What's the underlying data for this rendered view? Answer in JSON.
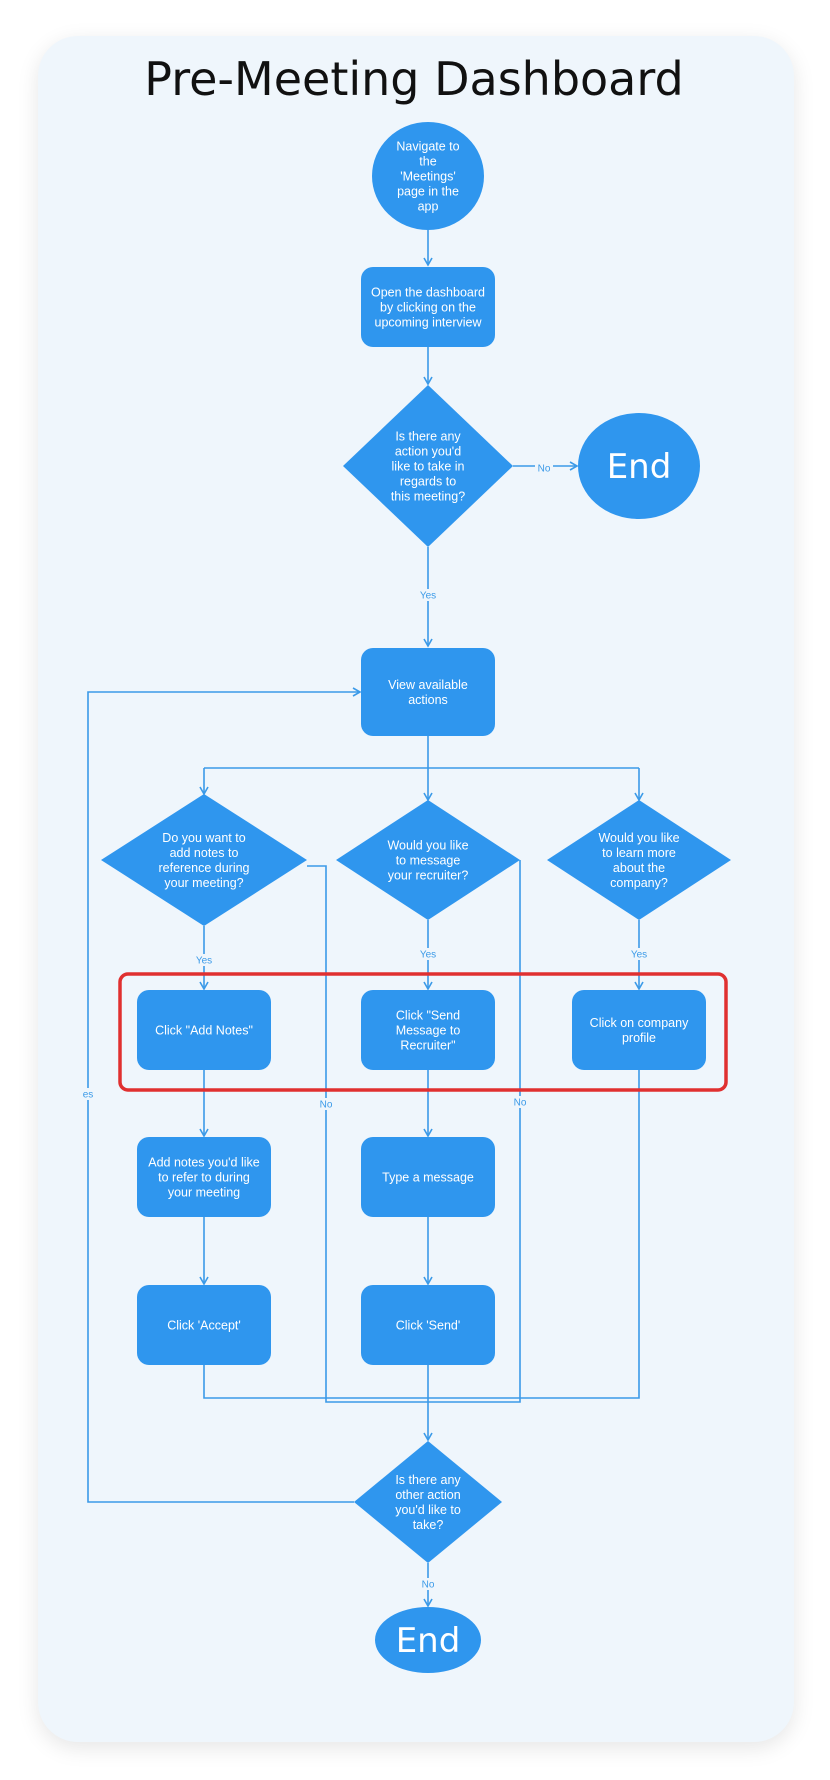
{
  "title": "Pre-Meeting Dashboard",
  "colors": {
    "node": "#2f96ee",
    "edge": "#3b9ae8",
    "highlight": "#e03030",
    "background": "#eff6fc"
  },
  "nodes": [
    {
      "id": "navigate",
      "shape": "ellipse",
      "lines": [
        "Navigate to",
        "the",
        "'Meetings'",
        "page in the",
        "app"
      ]
    },
    {
      "id": "open",
      "shape": "rect",
      "lines": [
        "Open the dashboard",
        "by clicking on the",
        "upcoming interview"
      ]
    },
    {
      "id": "q1",
      "shape": "diamond",
      "lines": [
        "Is there any",
        "action you'd",
        "like to take in",
        "regards to",
        "this meeting?"
      ]
    },
    {
      "id": "end1",
      "shape": "ellipse",
      "lines": [
        "End"
      ],
      "big": true
    },
    {
      "id": "view",
      "shape": "rect",
      "lines": [
        "View available",
        "actions"
      ]
    },
    {
      "id": "qnotes",
      "shape": "diamond",
      "lines": [
        "Do you want to",
        "add notes to",
        "reference during",
        "your meeting?"
      ]
    },
    {
      "id": "qmsg",
      "shape": "diamond",
      "lines": [
        "Would you like",
        "to message",
        "your recruiter?"
      ]
    },
    {
      "id": "qcomp",
      "shape": "diamond",
      "lines": [
        "Would you like",
        "to learn more",
        "about the",
        "company?"
      ]
    },
    {
      "id": "addnotes",
      "shape": "rect",
      "lines": [
        "Click \"Add Notes\""
      ]
    },
    {
      "id": "sendmsg",
      "shape": "rect",
      "lines": [
        "Click \"Send",
        "Message to",
        "Recruiter\""
      ]
    },
    {
      "id": "profile",
      "shape": "rect",
      "lines": [
        "Click on company",
        "profile"
      ]
    },
    {
      "id": "writenotes",
      "shape": "rect",
      "lines": [
        "Add notes you'd like",
        "to refer to during",
        "your meeting"
      ]
    },
    {
      "id": "type",
      "shape": "rect",
      "lines": [
        "Type a message"
      ]
    },
    {
      "id": "accept",
      "shape": "rect",
      "lines": [
        "Click 'Accept'"
      ]
    },
    {
      "id": "send",
      "shape": "rect",
      "lines": [
        "Click 'Send'"
      ]
    },
    {
      "id": "q2",
      "shape": "diamond",
      "lines": [
        "Is there any",
        "other action",
        "you'd like to",
        "take?"
      ]
    },
    {
      "id": "end2",
      "shape": "ellipse",
      "lines": [
        "End"
      ],
      "big": true
    }
  ],
  "edge_labels": [
    {
      "id": "q1-no",
      "text": "No"
    },
    {
      "id": "q1-yes",
      "text": "Yes"
    },
    {
      "id": "notes-yes",
      "text": "Yes"
    },
    {
      "id": "msg-yes",
      "text": "Yes"
    },
    {
      "id": "comp-yes",
      "text": "Yes"
    },
    {
      "id": "notes-no",
      "text": "No"
    },
    {
      "id": "msg-no",
      "text": "No"
    },
    {
      "id": "loop-yes",
      "text": "es"
    },
    {
      "id": "q2-no",
      "text": "No"
    }
  ]
}
